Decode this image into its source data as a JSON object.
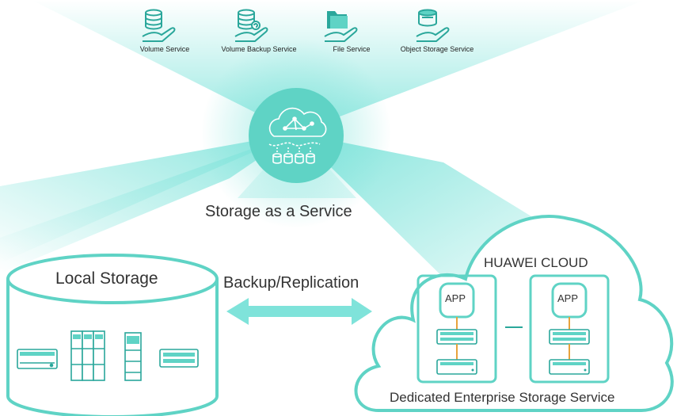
{
  "services": [
    {
      "label": "Volume Service",
      "icon": "volume-service-icon"
    },
    {
      "label": "Volume Backup Service",
      "icon": "volume-backup-service-icon"
    },
    {
      "label": "File Service",
      "icon": "file-service-icon"
    },
    {
      "label": "Object Storage Service",
      "icon": "object-storage-service-icon"
    }
  ],
  "hub": {
    "label": "Storage as a Service",
    "icon": "cloud-storage-hub-icon"
  },
  "local": {
    "title": "Local Storage"
  },
  "link": {
    "label": "Backup/Replication"
  },
  "cloud": {
    "title": "HUAWEI CLOUD",
    "caption": "Dedicated Enterprise Storage Service",
    "app_label": "APP"
  },
  "colors": {
    "accent": "#5fd3c5",
    "accent_dark": "#2aa79b",
    "ray": "#7fe3da",
    "line": "#e8a33c"
  }
}
